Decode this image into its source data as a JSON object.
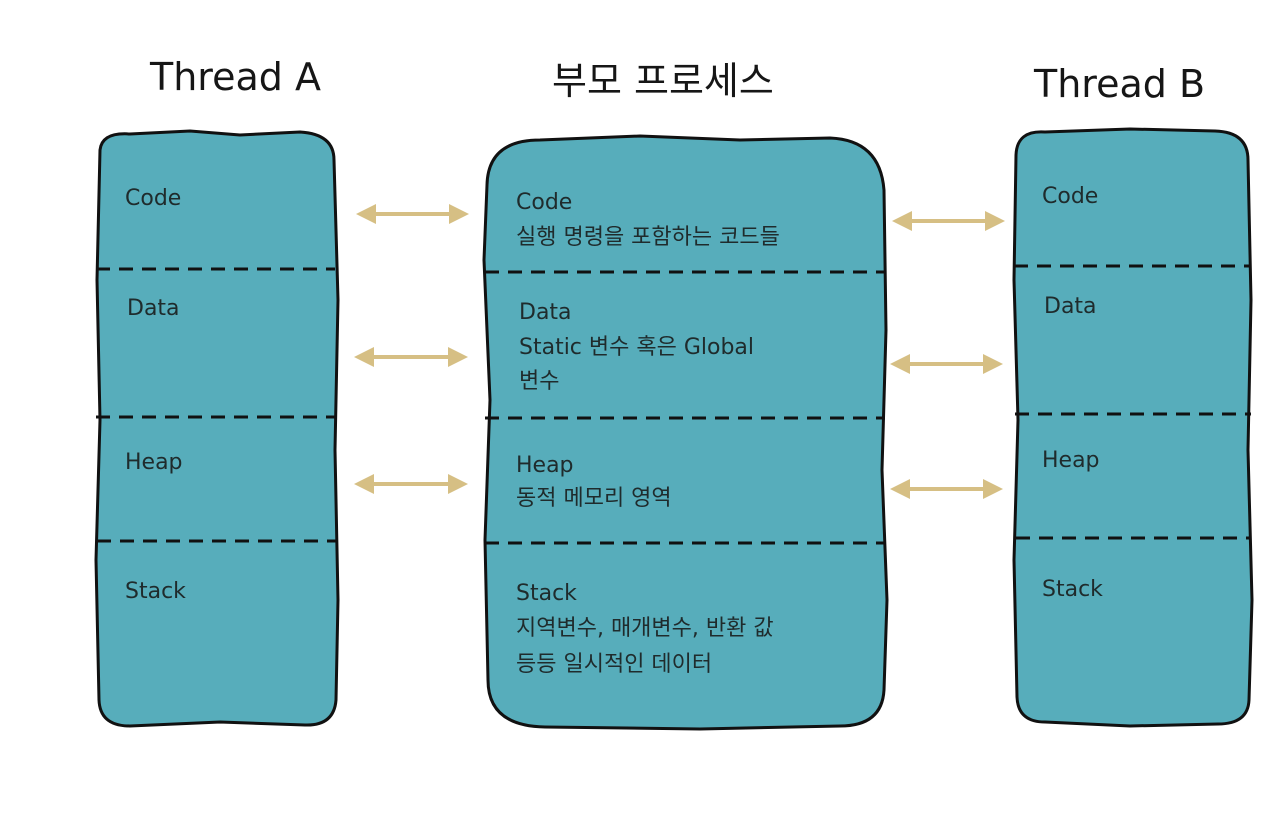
{
  "titles": {
    "thread_a": "Thread A",
    "parent": "부모 프로세스",
    "thread_b": "Thread B"
  },
  "thread_a": {
    "code": "Code",
    "data": "Data",
    "heap": "Heap",
    "stack": "Stack"
  },
  "parent": {
    "code": {
      "name": "Code",
      "desc": "실행 명령을 포함하는 코드들"
    },
    "data": {
      "name": "Data",
      "desc1": "Static 변수 혹은 Global",
      "desc2": "변수"
    },
    "heap": {
      "name": "Heap",
      "desc": "동적 메모리 영역"
    },
    "stack": {
      "name": "Stack",
      "desc1": "지역변수, 매개변수, 반환 값",
      "desc2": "등등 일시적인 데이터"
    }
  },
  "thread_b": {
    "code": "Code",
    "data": "Data",
    "heap": "Heap",
    "stack": "Stack"
  },
  "colors": {
    "box_fill": "#57adbb",
    "outline": "#111111",
    "arrow": "#d6bf84"
  }
}
